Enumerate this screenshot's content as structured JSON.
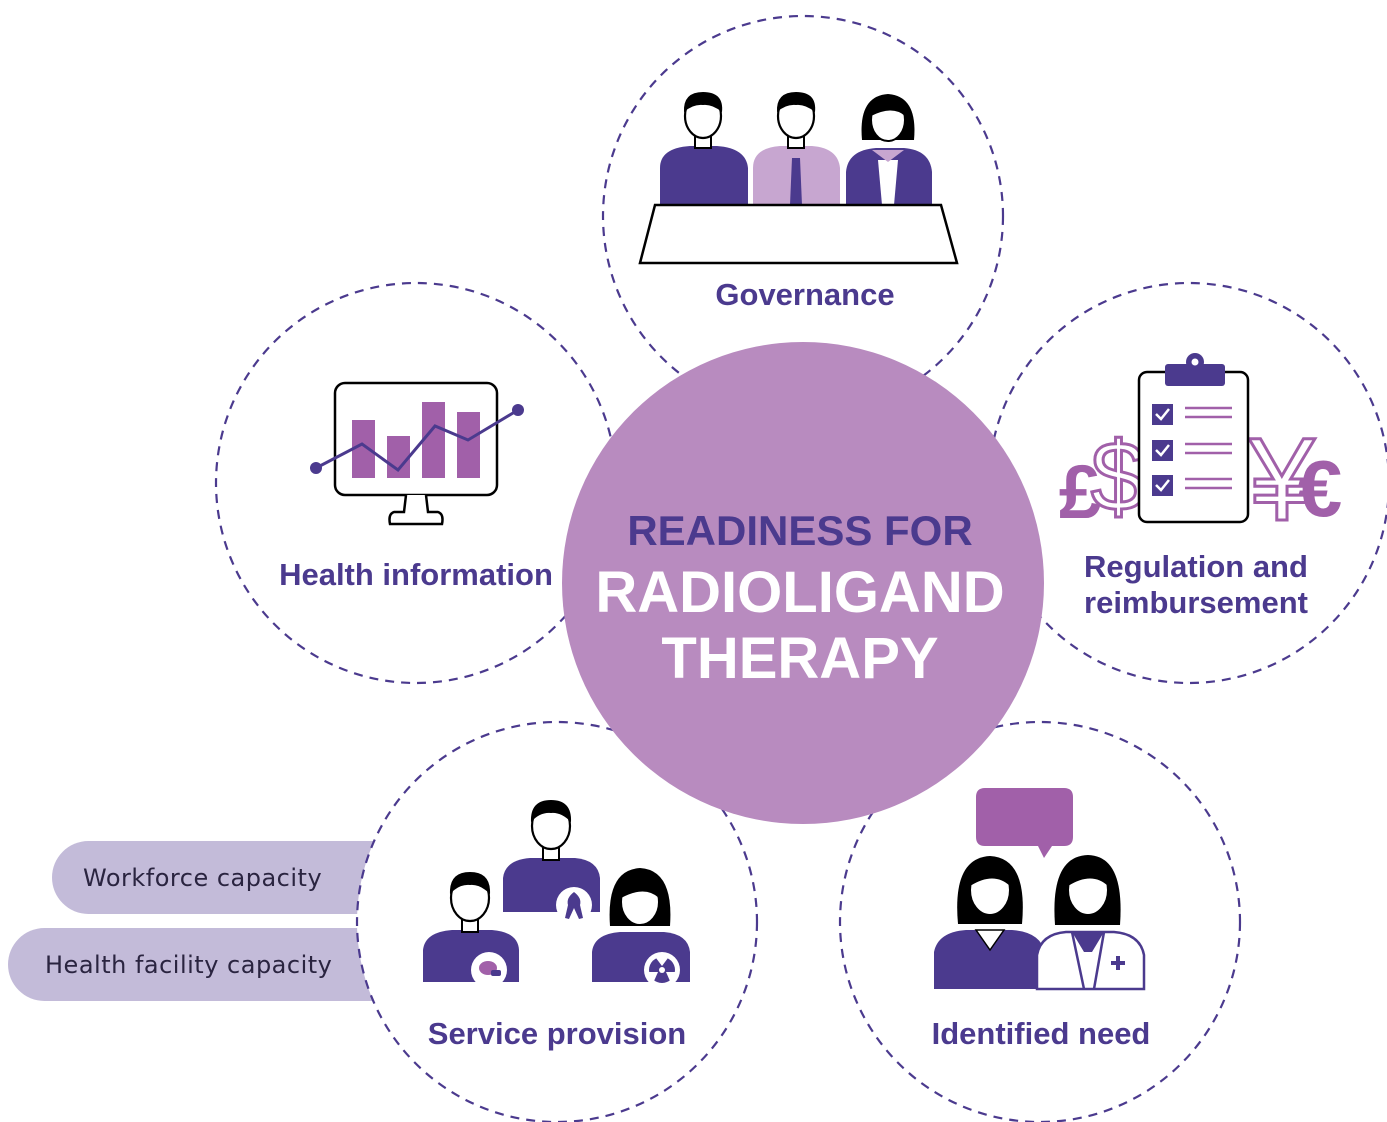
{
  "center": {
    "line1": "READINESS FOR",
    "line2": "RADIOLIGAND",
    "line3": "THERAPY"
  },
  "nodes": {
    "governance": "Governance",
    "health_information": "Health information",
    "regulation_line1": "Regulation and",
    "regulation_line2": "reimbursement",
    "service_provision": "Service provision",
    "identified_need": "Identified need"
  },
  "sub_factors": {
    "workforce": "Workforce capacity",
    "facility": "Health facility capacity"
  },
  "currency_symbols": {
    "pound": "£",
    "dollar": "$",
    "yen": "¥",
    "euro": "€"
  },
  "colors": {
    "dark_purple": "#4b3a8e",
    "mid_purple": "#a160a9",
    "center_fill": "#b88bbf",
    "light_lilac": "#c7a6d0",
    "pill_fill": "#c3bbd9"
  },
  "icons": {
    "governance": "board-panel-icon",
    "health_information": "monitor-chart-icon",
    "regulation": "clipboard-currency-icon",
    "service_provision": "care-team-icon",
    "identified_need": "patient-doctor-icon"
  }
}
